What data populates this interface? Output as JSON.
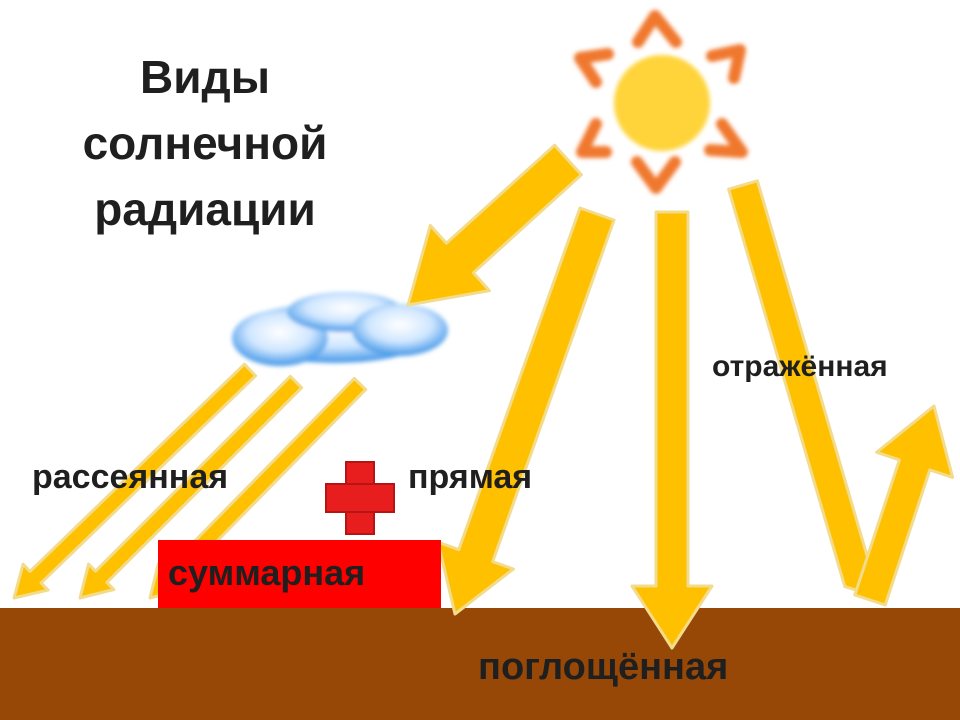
{
  "title": {
    "line1": "Виды",
    "line2": "солнечной",
    "line3": "радиации"
  },
  "labels": {
    "scattered": "рассеянная",
    "direct": "прямая",
    "reflected": "отражённая",
    "absorbed": "поглощённая",
    "summary": "суммарная"
  },
  "icons": {
    "sun": "sun-icon",
    "cloud": "cloud-icon",
    "plus": "plus-icon"
  },
  "colors": {
    "arrow_fill": "#FFC000",
    "arrow_stroke": "#F2DC8C",
    "sun_core": "#FFD43A",
    "sun_rays": "#F0782E",
    "cloud": "#3E95E8",
    "ground": "#974806",
    "summary_box": "#FF0000",
    "plus": "#E81E1E"
  }
}
